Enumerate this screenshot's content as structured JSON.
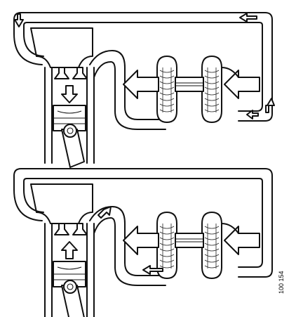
{
  "figure": {
    "reference_number": "100 154",
    "panels": [
      {
        "id": "top",
        "valve_direction": "down"
      },
      {
        "id": "bottom",
        "valve_direction": "up"
      }
    ]
  }
}
